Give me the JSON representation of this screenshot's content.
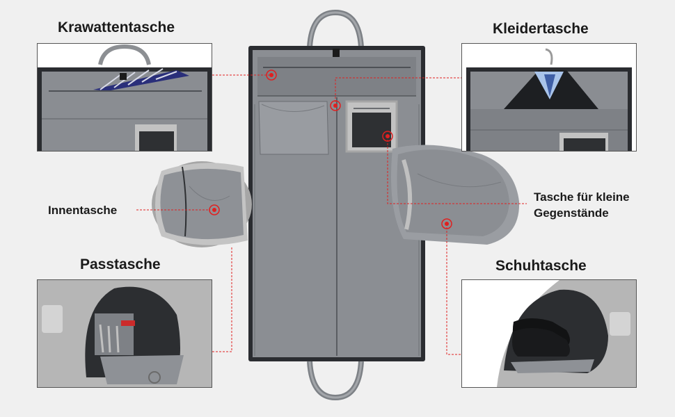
{
  "labels": {
    "tie_pocket": "Krawattentasche",
    "garment_pocket": "Kleidertasche",
    "inner_pocket": "Innentasche",
    "small_items_line1": "Tasche für kleine",
    "small_items_line2": "Gegenstände",
    "passport_pocket": "Passtasche",
    "shoe_pocket": "Schuhtasche"
  },
  "colors": {
    "background": "#f0f0f0",
    "lining": "#8a8d92",
    "lining_dark": "#6f7277",
    "felt_grey": "#b8b8b8",
    "leader_line": "#e02020",
    "text": "#1a1a1a"
  }
}
